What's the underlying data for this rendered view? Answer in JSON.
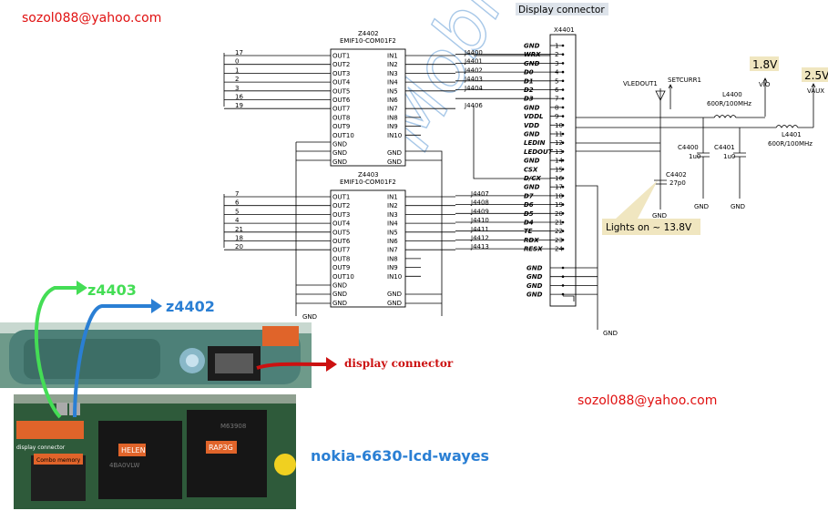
{
  "emails": {
    "top_left": "sozol088@yahoo.com",
    "bottom_right": "sozol088@yahoo.com"
  },
  "watermark": "Mobi",
  "display_connector": {
    "title": "Display connector",
    "ref": "X4401",
    "pins_top": [
      {
        "n": "1",
        "label": "GND"
      },
      {
        "n": "2",
        "label": "WRX"
      },
      {
        "n": "3",
        "label": "GND"
      },
      {
        "n": "4",
        "label": "D0"
      },
      {
        "n": "5",
        "label": "D1"
      },
      {
        "n": "6",
        "label": "D2"
      },
      {
        "n": "7",
        "label": "D3"
      },
      {
        "n": "8",
        "label": "GND"
      },
      {
        "n": "9",
        "label": "VDDL"
      },
      {
        "n": "10",
        "label": "VDD"
      },
      {
        "n": "11",
        "label": "GND"
      },
      {
        "n": "12",
        "label": "LEDIN"
      },
      {
        "n": "13",
        "label": "LEDOUT"
      },
      {
        "n": "14",
        "label": "GND"
      },
      {
        "n": "15",
        "label": "CSX"
      },
      {
        "n": "16",
        "label": "D/CX"
      },
      {
        "n": "17",
        "label": "GND"
      },
      {
        "n": "18",
        "label": "D7"
      },
      {
        "n": "19",
        "label": "D6"
      },
      {
        "n": "20",
        "label": "D5"
      },
      {
        "n": "21",
        "label": "D4"
      },
      {
        "n": "22",
        "label": "TE"
      },
      {
        "n": "23",
        "label": "RDX"
      },
      {
        "n": "24",
        "label": "RESX"
      }
    ],
    "pins_gnd": [
      "GND",
      "GND",
      "GND",
      "GND"
    ]
  },
  "z4402": {
    "ref": "Z4402",
    "part": "EMIF10-COM01F2",
    "outs": [
      "OUT1",
      "OUT2",
      "OUT3",
      "OUT4",
      "OUT5",
      "OUT6",
      "OUT7",
      "OUT8",
      "OUT9",
      "OUT10",
      "GND",
      "GND",
      "GND"
    ],
    "ins": [
      "IN1",
      "IN2",
      "IN3",
      "IN4",
      "IN5",
      "IN6",
      "IN7",
      "IN8",
      "IN9",
      "IN10",
      "",
      "GND",
      "GND"
    ],
    "left_nets": [
      "17",
      "0",
      "1",
      "2",
      "3",
      "16",
      "19"
    ],
    "jumpers": [
      "J4400",
      "J4401",
      "J4402",
      "J4403",
      "J4404",
      "",
      "J4406"
    ]
  },
  "z4403": {
    "ref": "Z4403",
    "part": "EMIF10-COM01F2",
    "outs": [
      "OUT1",
      "OUT2",
      "OUT3",
      "OUT4",
      "OUT5",
      "OUT6",
      "OUT7",
      "OUT8",
      "OUT9",
      "OUT10",
      "GND",
      "GND",
      "GND"
    ],
    "ins": [
      "IN1",
      "IN2",
      "IN3",
      "IN4",
      "IN5",
      "IN6",
      "IN7",
      "IN8",
      "IN9",
      "IN10",
      "",
      "GND",
      "GND"
    ],
    "left_nets": [
      "7",
      "6",
      "5",
      "4",
      "21",
      "18",
      "20"
    ],
    "jumpers": [
      "J4407",
      "J4408",
      "J4409",
      "J4410",
      "J4411",
      "J4412",
      "J4413"
    ]
  },
  "power": {
    "vledout": "VLEDOUT1",
    "setcurr": "SETCURR1",
    "v18_badge": "1.8V",
    "v25_badge": "2.5V",
    "vio": "VIO",
    "vaux": "VAUX",
    "l4400": "L4400",
    "l4400_val": "600R/100MHz",
    "l4401": "L4401",
    "l4401_val": "600R/100MHz",
    "c4400": "C4400",
    "c4400_val": "1u0",
    "c4401": "C4401",
    "c4401_val": "1u0",
    "c4402": "C4402",
    "c4402_val": "27p0",
    "gnd": "GND",
    "lights_note": "Lights on ~ 13.8V"
  },
  "annotations": {
    "z4403": "z4403",
    "z4402": "z4402",
    "display_connector": "display connector",
    "title": "nokia-6630-lcd-wayes"
  },
  "board": {
    "chip1": "HELEN",
    "chip2": "RAP3G",
    "label_combo": "Combo memory",
    "label_display": "display connector",
    "chip1_code": "4BA0VLW",
    "chip2_code": "M63908"
  },
  "colors": {
    "email_red": "#e01010",
    "arrow_green": "#44dd55",
    "arrow_blue": "#2a7fd4",
    "arrow_red": "#cc1111",
    "badge_bg": "#f0e6c0",
    "watermark": "#a8c8e8"
  }
}
